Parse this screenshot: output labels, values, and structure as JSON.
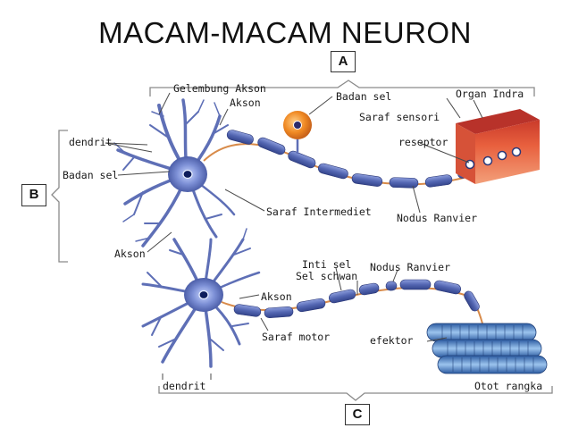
{
  "title": "MACAM-MACAM NEURON",
  "boxes": {
    "a": "A",
    "b": "B",
    "c": "C"
  },
  "labels": {
    "gelembung_akson": "Gelembung Akson",
    "akson_top": "Akson",
    "badan_sel_top": "Badan sel",
    "organ_indra": "Organ Indra",
    "saraf_sensori": "Saraf sensori",
    "reseptor": "reseptor",
    "dendrit_left": "dendrit",
    "badan_sel_left": "Badan sel",
    "saraf_intermediet": "Saraf Intermediet",
    "nodus_ranvier_top": "Nodus Ranvier",
    "akson_left": "Akson",
    "inti_sel": "Inti sel",
    "sel_schwan": "Sel schwan",
    "nodus_ranvier_bottom": "Nodus Ranvier",
    "akson_bottom": "Akson",
    "saraf_motor": "Saraf motor",
    "efektor": "efektor",
    "dendrit_bottom": "dendrit",
    "otot_rangka": "Otot rangka"
  },
  "colors": {
    "neuron": "#5e6fb6",
    "neuron_dark": "#36478f",
    "myelin": "#6a7cc4",
    "node": "#d88b4a",
    "cell_orange": "#f08a24",
    "skin": "#e8603e",
    "muscle": "#3f73b8"
  }
}
